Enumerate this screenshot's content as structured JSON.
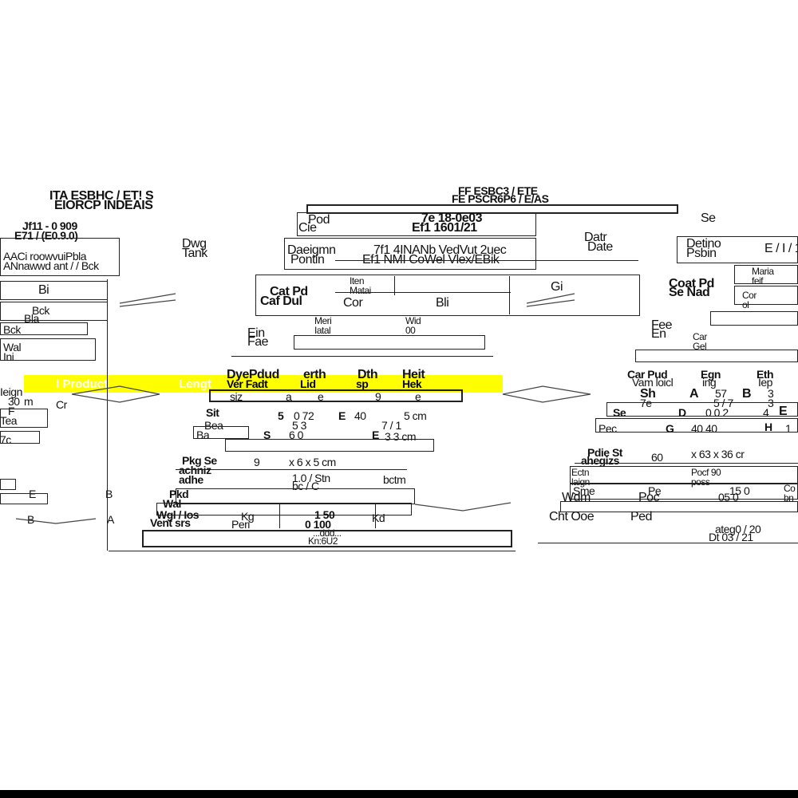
{
  "left_panel": {
    "title_line1": "ITA ESBHC / ET! S",
    "title_line2": "EIORCP INDEAIS",
    "code_line1": "Jf11 - 0 909",
    "code_line2": "E71 / (E0.9.0)",
    "dwg_tank": "Dwg\nTank",
    "desc_line1": "AACi roowvuiPbla",
    "desc_line2": "ANnawwd ant / / Bck",
    "row_labels": [
      "Bi",
      "Bck",
      "Bla",
      "Bck",
      "Wal",
      "Ini"
    ],
    "row_labels_lower": [
      "Ieign",
      "m",
      "30",
      "F",
      "Tea",
      "7c",
      "Cr",
      "E",
      "B"
    ],
    "highlight_text": "l Product",
    "bottom_labels": [
      "B",
      "A"
    ]
  },
  "center_panel": {
    "header_line1": "FF ESBC3 / ETE",
    "header_line2": "FE PSCR6P6 / E/AS",
    "code_value_1": "7e 18-0e03",
    "code_label_1": "Pod",
    "code_label_2": "Cie",
    "code_value_2": "Ef1 1601/21",
    "date_label": "Datr",
    "date_value": "Date",
    "desc_label_1": "Daeigmn",
    "desc_label_2": "Pontin",
    "desc_value_1": "7f1 4INANb VedVut 2uec",
    "desc_value_2": "Ef1 NMI CoWel Vlex/EBik",
    "cat_label": "Cat Pd",
    "cat_label_2": "Caf Dul",
    "material_col": "Iten\nMatai",
    "color_col": "Cor",
    "finish_col": "Bli",
    "grade_col": "Gi",
    "material_row": "Meri\nIatal",
    "width_col": "Wid\n00",
    "fill_label": "Ein\nFae",
    "highlight_text": "Lengt",
    "dim_headers": [
      "DyePdud",
      "erth",
      "Dth",
      "Heit"
    ],
    "dim_subheaders": [
      "Ver Fadt",
      "Lid",
      "sp",
      "Hek"
    ],
    "dim_row1": [
      "siz",
      "a",
      "e",
      "9",
      "e"
    ],
    "dim_row2": [
      "Sit",
      "5",
      "0 72",
      "E",
      "40",
      "",
      "5 cm"
    ],
    "dim_row3": [
      "Bea",
      "",
      "5 3",
      "",
      "",
      "7 / 1",
      ""
    ],
    "dim_row4": [
      "Ba",
      "S",
      "6 0",
      "",
      "E",
      "3 3 cm"
    ],
    "pkg_label_1": "Pkg Se",
    "pkg_label_2": "achniz",
    "pkg_label_3": "adhe",
    "pkg_value_1": "9",
    "pkg_value_2": "x   6   x   5 cm",
    "pkg_value_3": "1.0 / Stn",
    "pkg_value_4": "bc / C",
    "pkg_value_5": "bctm",
    "pkd_label": "Pkd",
    "wal_label": "Wal",
    "wei_label_1": "Wgl / Ios",
    "wei_label_2": "Vent srs",
    "wei_value_1": "Kg",
    "wei_value_2": "1 50",
    "wei_value_3": "Kd",
    "wei_value_4": "Peri",
    "wei_value_5": "0 100",
    "footer_line1": "...ddd...",
    "footer_line2": "Kn:6U2"
  },
  "right_panel": {
    "code_label": "Se",
    "desc_label": "Detino\nPsbin",
    "desc_value": "E / I / 1 ",
    "material": "Maria\nfeif",
    "cat_label": "Coat Pd\nSe Nad",
    "color": "Cor\nol",
    "fill_label": "Fee\nEn",
    "grade": "Car\nGel",
    "dim_headers": [
      "Car Pud",
      "Egn",
      "Eth"
    ],
    "dim_subheaders": [
      "Vam loicl",
      "ing",
      "Iep"
    ],
    "dim_row1": [
      "Sh",
      "A",
      "57",
      "B",
      "3"
    ],
    "dim_row2": [
      "7e",
      "",
      "5 / 7",
      "",
      "3"
    ],
    "dim_row3": [
      "Se",
      "D",
      "0 0 2",
      "4",
      "E"
    ],
    "dim_row4": [
      "Pec",
      "G",
      "40 40",
      "H",
      "1"
    ],
    "pkg_label_1": "Pdie St",
    "pkg_label_2": "ahegizs",
    "pkg_value_1": "60",
    "pkg_value_2": "x   63   x   36 cr",
    "pkd_label": "Ectn\nlaign",
    "pkd_value": "Pocf 90\nposs",
    "wal_label": "Sme",
    "wal_value_1": "Pe",
    "wal_value_2": "15 0",
    "wal_value_3": "Co\nbn",
    "wei_label": "Wdm",
    "wei_value_1": "Poc",
    "wei_value_2": "05 0",
    "ctn_label": "Cht Ooe",
    "ctn_value": "Ped",
    "footer_line1": "ateg0 / 20",
    "footer_line2": "Dt 03 / 21"
  },
  "colors": {
    "highlight": "#ffff00",
    "border": "#222222",
    "text": "#111111",
    "background": "#ffffff",
    "bottom_bar": "#000000"
  }
}
